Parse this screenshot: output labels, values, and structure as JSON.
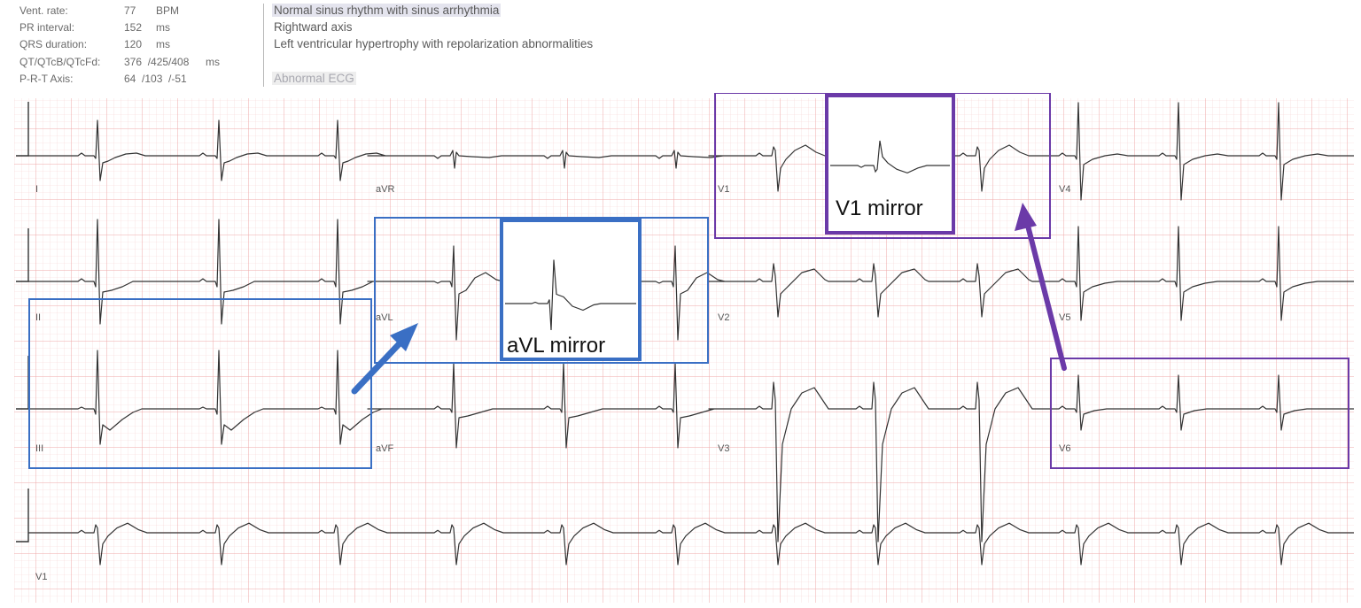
{
  "measurements": [
    {
      "label": "Vent. rate:",
      "value": "77",
      "unit": "BPM"
    },
    {
      "label": "PR interval:",
      "value": "152",
      "unit": "ms"
    },
    {
      "label": "QRS duration:",
      "value": "120",
      "unit": "ms"
    },
    {
      "label": "QT/QTcB/QTcFd:",
      "value": "376  /425/408",
      "unit": "ms"
    },
    {
      "label": "P-R-T Axis:",
      "value": "64  /103  /-51",
      "unit": ""
    }
  ],
  "interpretation": [
    "Normal sinus rhythm with sinus arrhythmia",
    "Rightward axis",
    "Left ventricular hypertrophy with repolarization abnormalities",
    "Abnormal ECG"
  ],
  "leads": {
    "row1": [
      "I",
      "aVR",
      "V1",
      "V4"
    ],
    "row2": [
      "II",
      "aVL",
      "V2",
      "V5"
    ],
    "row3": [
      "III",
      "aVF",
      "V3",
      "V6"
    ],
    "rhythm": "V1"
  },
  "annotations": {
    "avl_mirror": "aVL mirror",
    "v1_mirror": "V1 mirror"
  },
  "colors": {
    "grid_minor": "#f7d3d3",
    "grid_major": "#efa9a9",
    "trace": "#333333",
    "blue_box": "#3a6fc4",
    "purple_box": "#6b3aa8"
  }
}
